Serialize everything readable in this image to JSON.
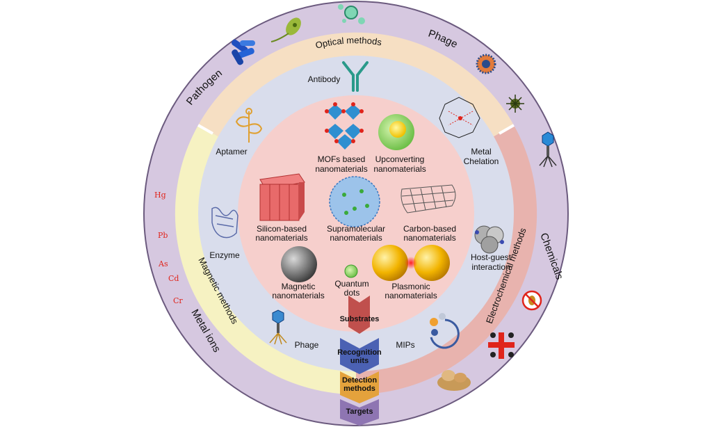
{
  "targets_ring": {
    "pathogen": "Pathogen",
    "phage": "Phage",
    "chemicals": "Chemicals",
    "metal_ions": "Metal ions"
  },
  "methods_ring": {
    "optical": "Optical methods",
    "magnetic": "Magnetic methods",
    "electrochemical": "Electrochemical methods"
  },
  "recognition_units": {
    "antibody": "Antibody",
    "aptamer": "Aptamer",
    "enzyme": "Enzyme",
    "phage": "Phage",
    "mips": "MIPs",
    "metal_chelation": [
      "Metal",
      "Chelation"
    ],
    "host_guest": [
      "Host-guest",
      "interaction"
    ]
  },
  "substrates": {
    "mofs": [
      "MOFs based",
      "nanomaterials"
    ],
    "upconverting": [
      "Upconverting",
      "nanomaterials"
    ],
    "silicon": [
      "Silicon-based",
      "nanomaterials"
    ],
    "supramolecular": [
      "Supramolecular",
      "nanomaterials"
    ],
    "carbon": [
      "Carbon-based",
      "nanomaterials"
    ],
    "magnetic": [
      "Magnetic",
      "nanomaterials"
    ],
    "quantum": [
      "Quantum",
      "dots"
    ],
    "plasmonic": [
      "Plasmonic",
      "nanomaterials"
    ]
  },
  "arrows": {
    "substrates": "Substrates",
    "recognition": [
      "Recognition",
      "units"
    ],
    "detection": [
      "Detection",
      "methods"
    ],
    "targets": "Targets"
  },
  "metal_ions": [
    "Hg",
    "Pb",
    "As",
    "Cd",
    "Cr"
  ],
  "colors": {
    "outer_ring": "#d6c8e0",
    "optical": "#f6dfc3",
    "magnetic": "#f6f2c2",
    "electrochemical": "#e8b3ae",
    "recognition": "#d9ddec",
    "substrate": "#f6cfcc",
    "arrow_red": "#c0504d",
    "arrow_blue": "#4b61b3",
    "arrow_orange": "#e4a23c",
    "arrow_purple": "#8e75b2"
  }
}
